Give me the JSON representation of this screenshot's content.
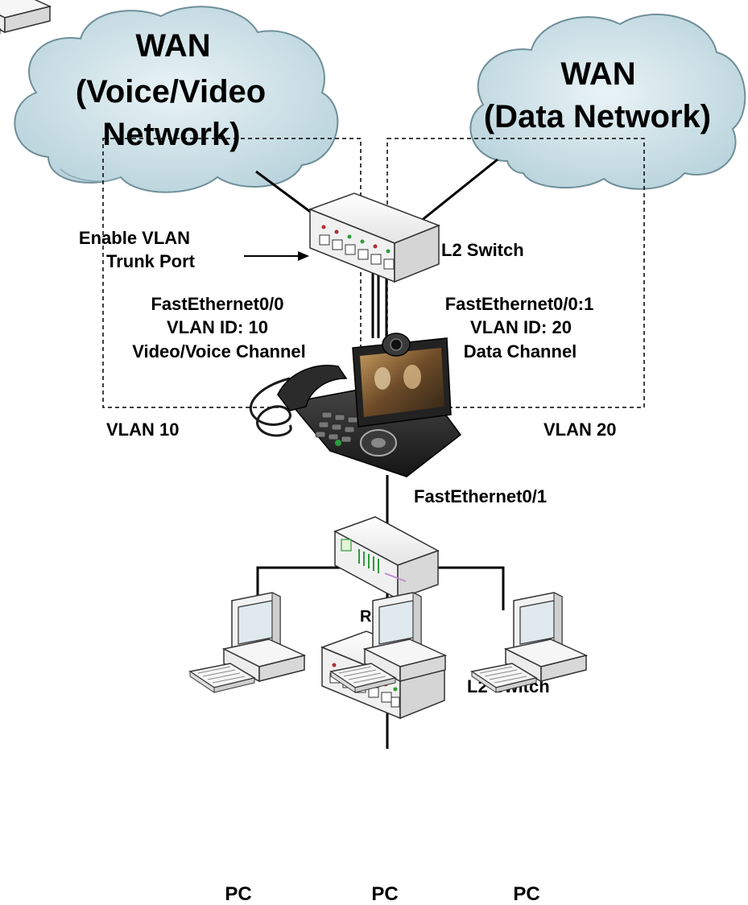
{
  "clouds": {
    "left": {
      "line1": "WAN",
      "line2": "(Voice/Video",
      "line3": "Network)"
    },
    "right": {
      "line1": "WAN",
      "line2": "(Data Network)"
    }
  },
  "vlans": {
    "left": {
      "name": "VLAN 10",
      "interface": "FastEthernet0/0",
      "id_text": "VLAN ID: 10",
      "channel": "Video/Voice Channel"
    },
    "right": {
      "name": "VLAN 20",
      "interface": "FastEthernet0/0:1",
      "id_text": "VLAN ID: 20",
      "channel": "Data Channel"
    }
  },
  "annotations": {
    "trunk_line1": "Enable VLAN",
    "trunk_line2": "Trunk Port",
    "phone_interface": "FastEthernet0/1"
  },
  "devices": {
    "top_switch": "L2 Switch",
    "router": "Router",
    "bottom_switch": "L2 Switch",
    "pcs": [
      "PC",
      "PC",
      "PC"
    ]
  },
  "colors": {
    "cloud_fill": "#c9dfe6",
    "cloud_stroke": "#6f8f99",
    "device_fill": "#f2f2f2",
    "screen_color": "#7a5a30",
    "led_green": "#2e9b3c",
    "led_red": "#b03030"
  }
}
